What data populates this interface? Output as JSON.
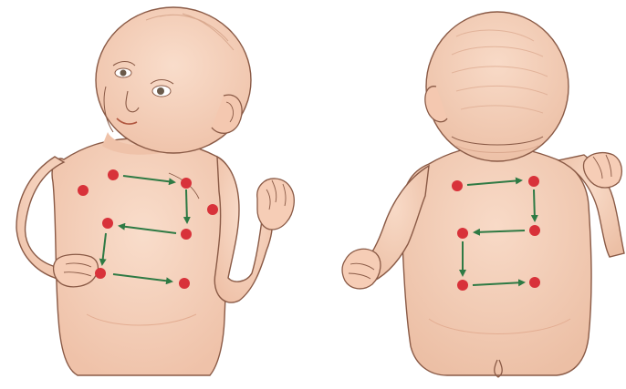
{
  "illustration": {
    "subject": "infant-auscultation-points",
    "views": [
      {
        "id": "front",
        "icon": "baby-front"
      },
      {
        "id": "back",
        "icon": "baby-back"
      }
    ]
  },
  "colors": {
    "background": "#ffffff",
    "skin": "#f6d3bf",
    "skin_shadow": "#eab69c",
    "outline": "#8a5a46",
    "hair": "#f1cdb6",
    "point": "#d8323a",
    "arrow": "#2e7a44"
  },
  "sequence": {
    "front": {
      "points": 6,
      "lateral_points": 2,
      "arrows": 5
    },
    "back": {
      "points": 6,
      "arrows": 5
    }
  }
}
